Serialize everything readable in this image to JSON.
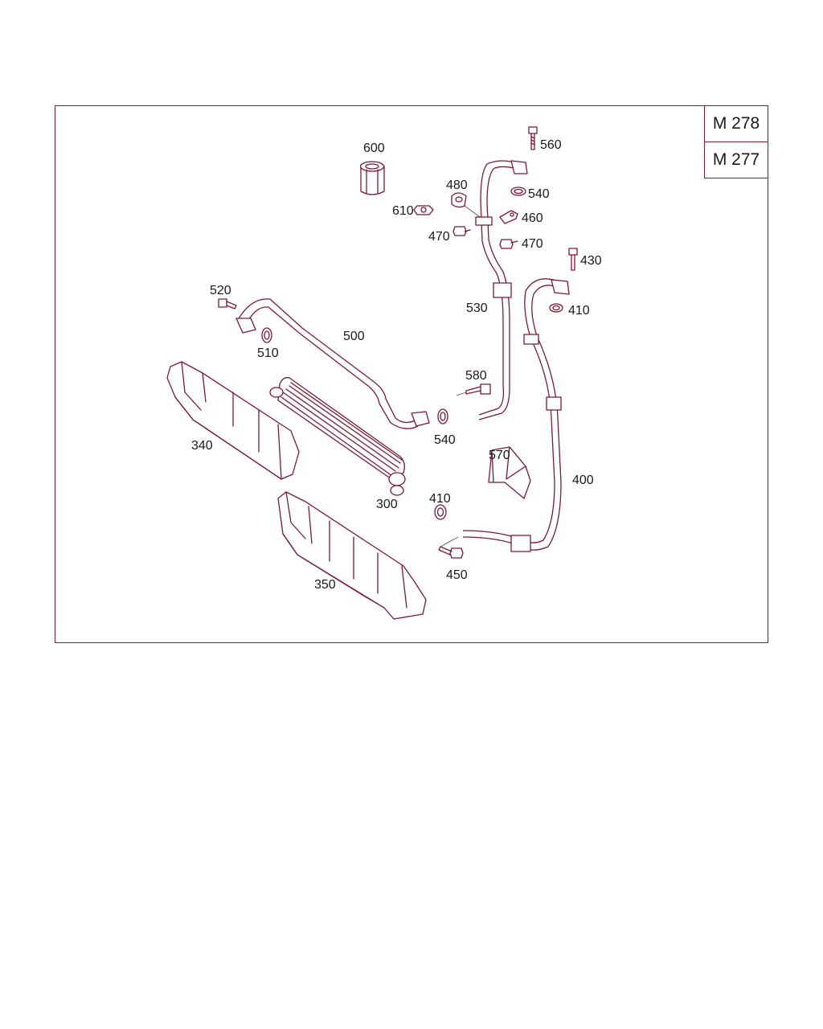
{
  "engine_codes": [
    "M 278",
    "M 277"
  ],
  "callouts": {
    "p600": "600",
    "p560": "560",
    "p480": "480",
    "p540a": "540",
    "p610": "610",
    "p460": "460",
    "p470a": "470",
    "p470b": "470",
    "p430": "430",
    "p520": "520",
    "p410a": "410",
    "p530": "530",
    "p500": "500",
    "p510": "510",
    "p580": "580",
    "p540b": "540",
    "p340": "340",
    "p570": "570",
    "p400": "400",
    "p300": "300",
    "p410b": "410",
    "p450": "450",
    "p350": "350"
  },
  "colors": {
    "line": "#7a1a2e",
    "text": "#1a1a1a"
  }
}
